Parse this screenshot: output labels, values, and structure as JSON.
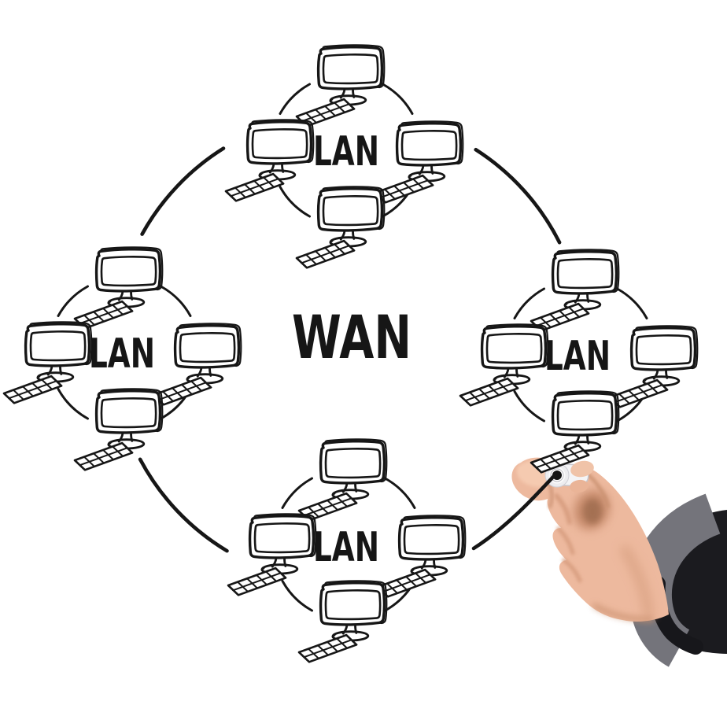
{
  "canvas": {
    "background": "#ffffff",
    "ink_color": "#161616"
  },
  "diagram": {
    "type": "hand-drawn-network-sketch",
    "center_label": "WAN",
    "clusters": [
      {
        "position": "top",
        "label": "LAN",
        "computer_count": 4
      },
      {
        "position": "left",
        "label": "LAN",
        "computer_count": 4
      },
      {
        "position": "right",
        "label": "LAN",
        "computer_count": 4
      },
      {
        "position": "bottom",
        "label": "LAN",
        "computer_count": 4
      }
    ],
    "connections": [
      {
        "from": "left",
        "to": "top"
      },
      {
        "from": "top",
        "to": "right"
      },
      {
        "from": "bottom",
        "to": "left"
      },
      {
        "from": "right",
        "to": "bottom",
        "status": "being-drawn-by-pen"
      }
    ]
  },
  "hand": {
    "holding": "marker-pen",
    "skin_color": "#edb99e",
    "pen_body_color": "#f4f4f6",
    "pen_tip_color": "#141414",
    "sleeve_color": "#1b1b1f",
    "cuff_color": "#74747b"
  }
}
